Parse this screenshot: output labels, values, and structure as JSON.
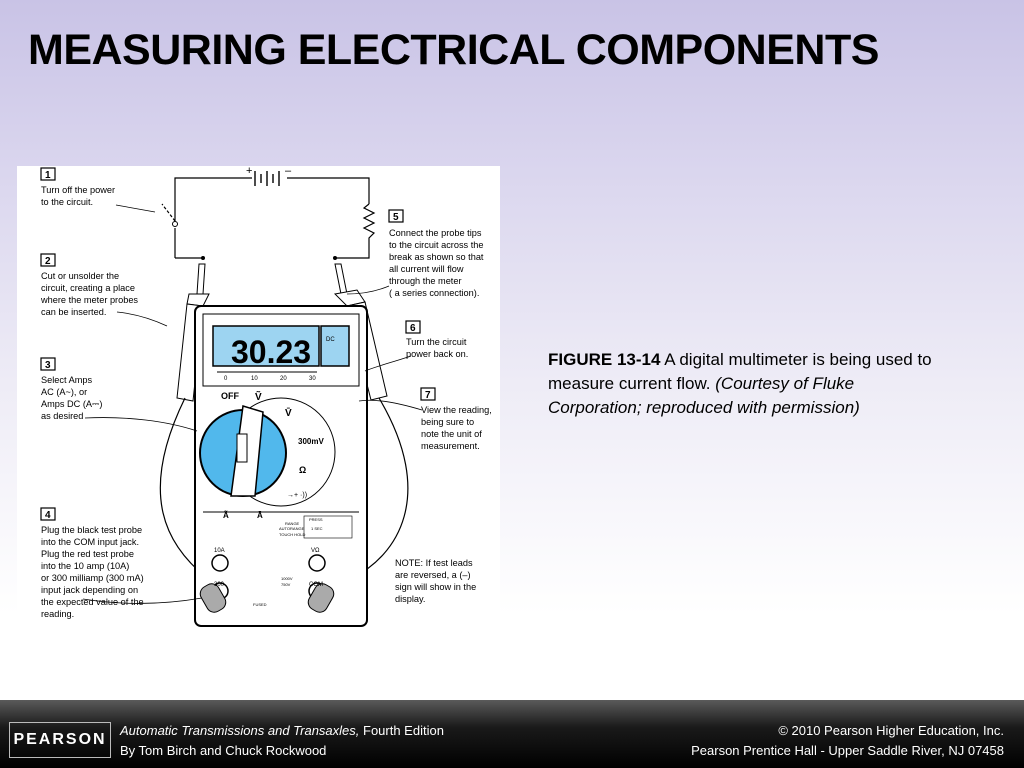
{
  "slide": {
    "title": "MEASURING ELECTRICAL COMPONENTS"
  },
  "figure": {
    "steps": [
      {
        "num": "1",
        "lines": [
          "Turn off the power",
          "to the circuit."
        ]
      },
      {
        "num": "2",
        "lines": [
          "Cut or unsolder the",
          "circuit, creating a place",
          "where the meter probes",
          "can be inserted."
        ]
      },
      {
        "num": "3",
        "lines": [
          "Select Amps",
          "AC (A~), or",
          "Amps DC (A⎓)",
          "as desired"
        ]
      },
      {
        "num": "4",
        "lines": [
          "Plug the black test probe",
          "into the COM input jack.",
          "Plug the red test probe",
          "into the 10 amp (10A)",
          "or 300 milliamp (300 mA)",
          "input jack depending on",
          "the expected value of the",
          "reading."
        ]
      },
      {
        "num": "5",
        "lines": [
          "Connect the probe tips",
          "to the circuit across the",
          "break as shown so that",
          "all current will flow",
          "through the meter",
          "( a series connection)."
        ]
      },
      {
        "num": "6",
        "lines": [
          "Turn the circuit",
          "power back on."
        ]
      },
      {
        "num": "7",
        "lines": [
          "View the reading,",
          "being sure to",
          "note the unit of",
          "measurement."
        ]
      }
    ],
    "note": [
      "NOTE:  If test leads",
      "are reversed, a (–)",
      "sign will show in the",
      "display."
    ],
    "meter": {
      "reading": "30.23",
      "dc": "DC",
      "scale": [
        "0",
        "10",
        "20",
        "30"
      ],
      "off": "OFF",
      "v_ac": "Ṽ",
      "v_dc": "V̄",
      "mv": "300mV",
      "ohm": "Ω",
      "diode": "→+ ·))",
      "a_ac": "Ã",
      "a_dc": "Ā",
      "range": "RANGE",
      "press": "PRESS",
      "autorange": "AUTORANGE",
      "sec": "1 SEC",
      "touchhold": "TOUCH HOLD",
      "jack_10a": "10A",
      "jack_300": "300",
      "jack_vo": "VΩ",
      "jack_com": "COM",
      "fused": "FUSED",
      "warn_v1": "1000V",
      "warn_v2": "750V"
    },
    "battery": {
      "plus": "+",
      "minus": "–"
    }
  },
  "caption": {
    "label": "FIGURE 13-14",
    "text": " A digital multimeter is being used to measure current flow. ",
    "credit": "(Courtesy of Fluke Corporation; reproduced with permission)"
  },
  "footer": {
    "logo": "PEARSON",
    "book_title": "Automatic Transmissions and Transaxles,",
    "edition": " Fourth Edition",
    "authors": "By Tom Birch and Chuck Rockwood",
    "copyright": "© 2010 Pearson Higher Education, Inc.",
    "publisher": "Pearson Prentice Hall - Upper Saddle River, NJ 07458"
  }
}
